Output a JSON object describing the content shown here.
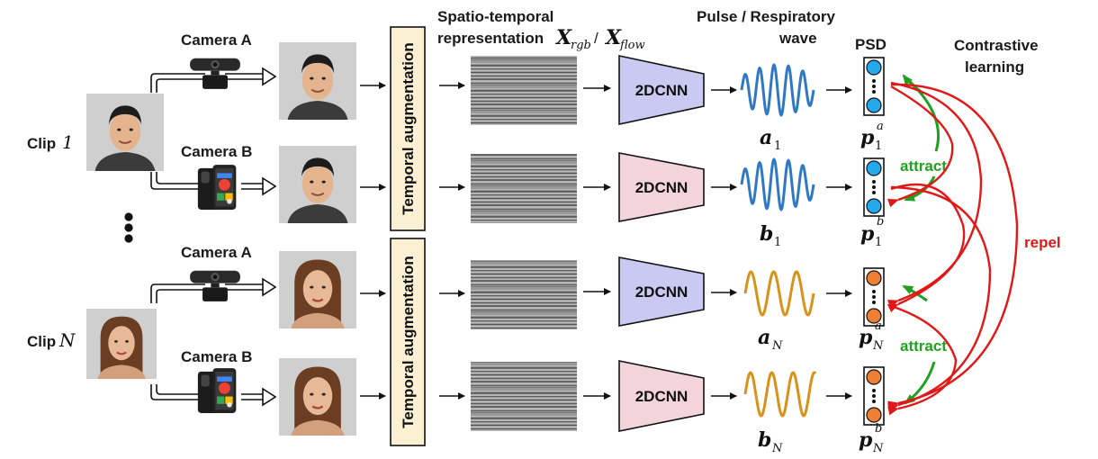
{
  "clips": [
    {
      "label": "Clip",
      "label_math": "1"
    },
    {
      "label": "Clip",
      "label_math": "N"
    }
  ],
  "cameras": {
    "a": "Camera A",
    "b": "Camera B"
  },
  "augmentation_label": "Temporal augmentation",
  "headers": {
    "spatio_line1": "Spatio-temporal",
    "spatio_line2": "representation",
    "x_rgb": "X",
    "x_rgb_sub": "rgb",
    "slash": "/",
    "x_flow": "X",
    "x_flow_sub": "flow",
    "pulse_line1": "Pulse / Respiratory",
    "pulse_line2": "wave",
    "psd": "PSD",
    "contrastive_line1": "Contrastive",
    "contrastive_line2": "learning"
  },
  "cnn_label": "2DCNN",
  "rows": [
    {
      "wave": "a",
      "wave_sub": "1",
      "psd": "p",
      "psd_sub": "1",
      "psd_sup": "a"
    },
    {
      "wave": "b",
      "wave_sub": "1",
      "psd": "p",
      "psd_sub": "1",
      "psd_sup": "b"
    },
    {
      "wave": "a",
      "wave_sub": "N",
      "psd": "p",
      "psd_sub": "N",
      "psd_sup": "a"
    },
    {
      "wave": "b",
      "wave_sub": "N",
      "psd": "p",
      "psd_sub": "N",
      "psd_sup": "b"
    }
  ],
  "attract_label": "attract",
  "repel_label": "repel",
  "colors": {
    "cnn_camera_a": "#c9c9f2",
    "cnn_camera_b": "#f3d3dc",
    "augmentation_fill": "#fcf0d4",
    "wave_clip1": "#2f78c4",
    "wave_clipN": "#d8921a",
    "psd_clip1": "#22aaee",
    "psd_clipN": "#ee7f33",
    "attract": "#20a020",
    "repel": "#e01818"
  }
}
